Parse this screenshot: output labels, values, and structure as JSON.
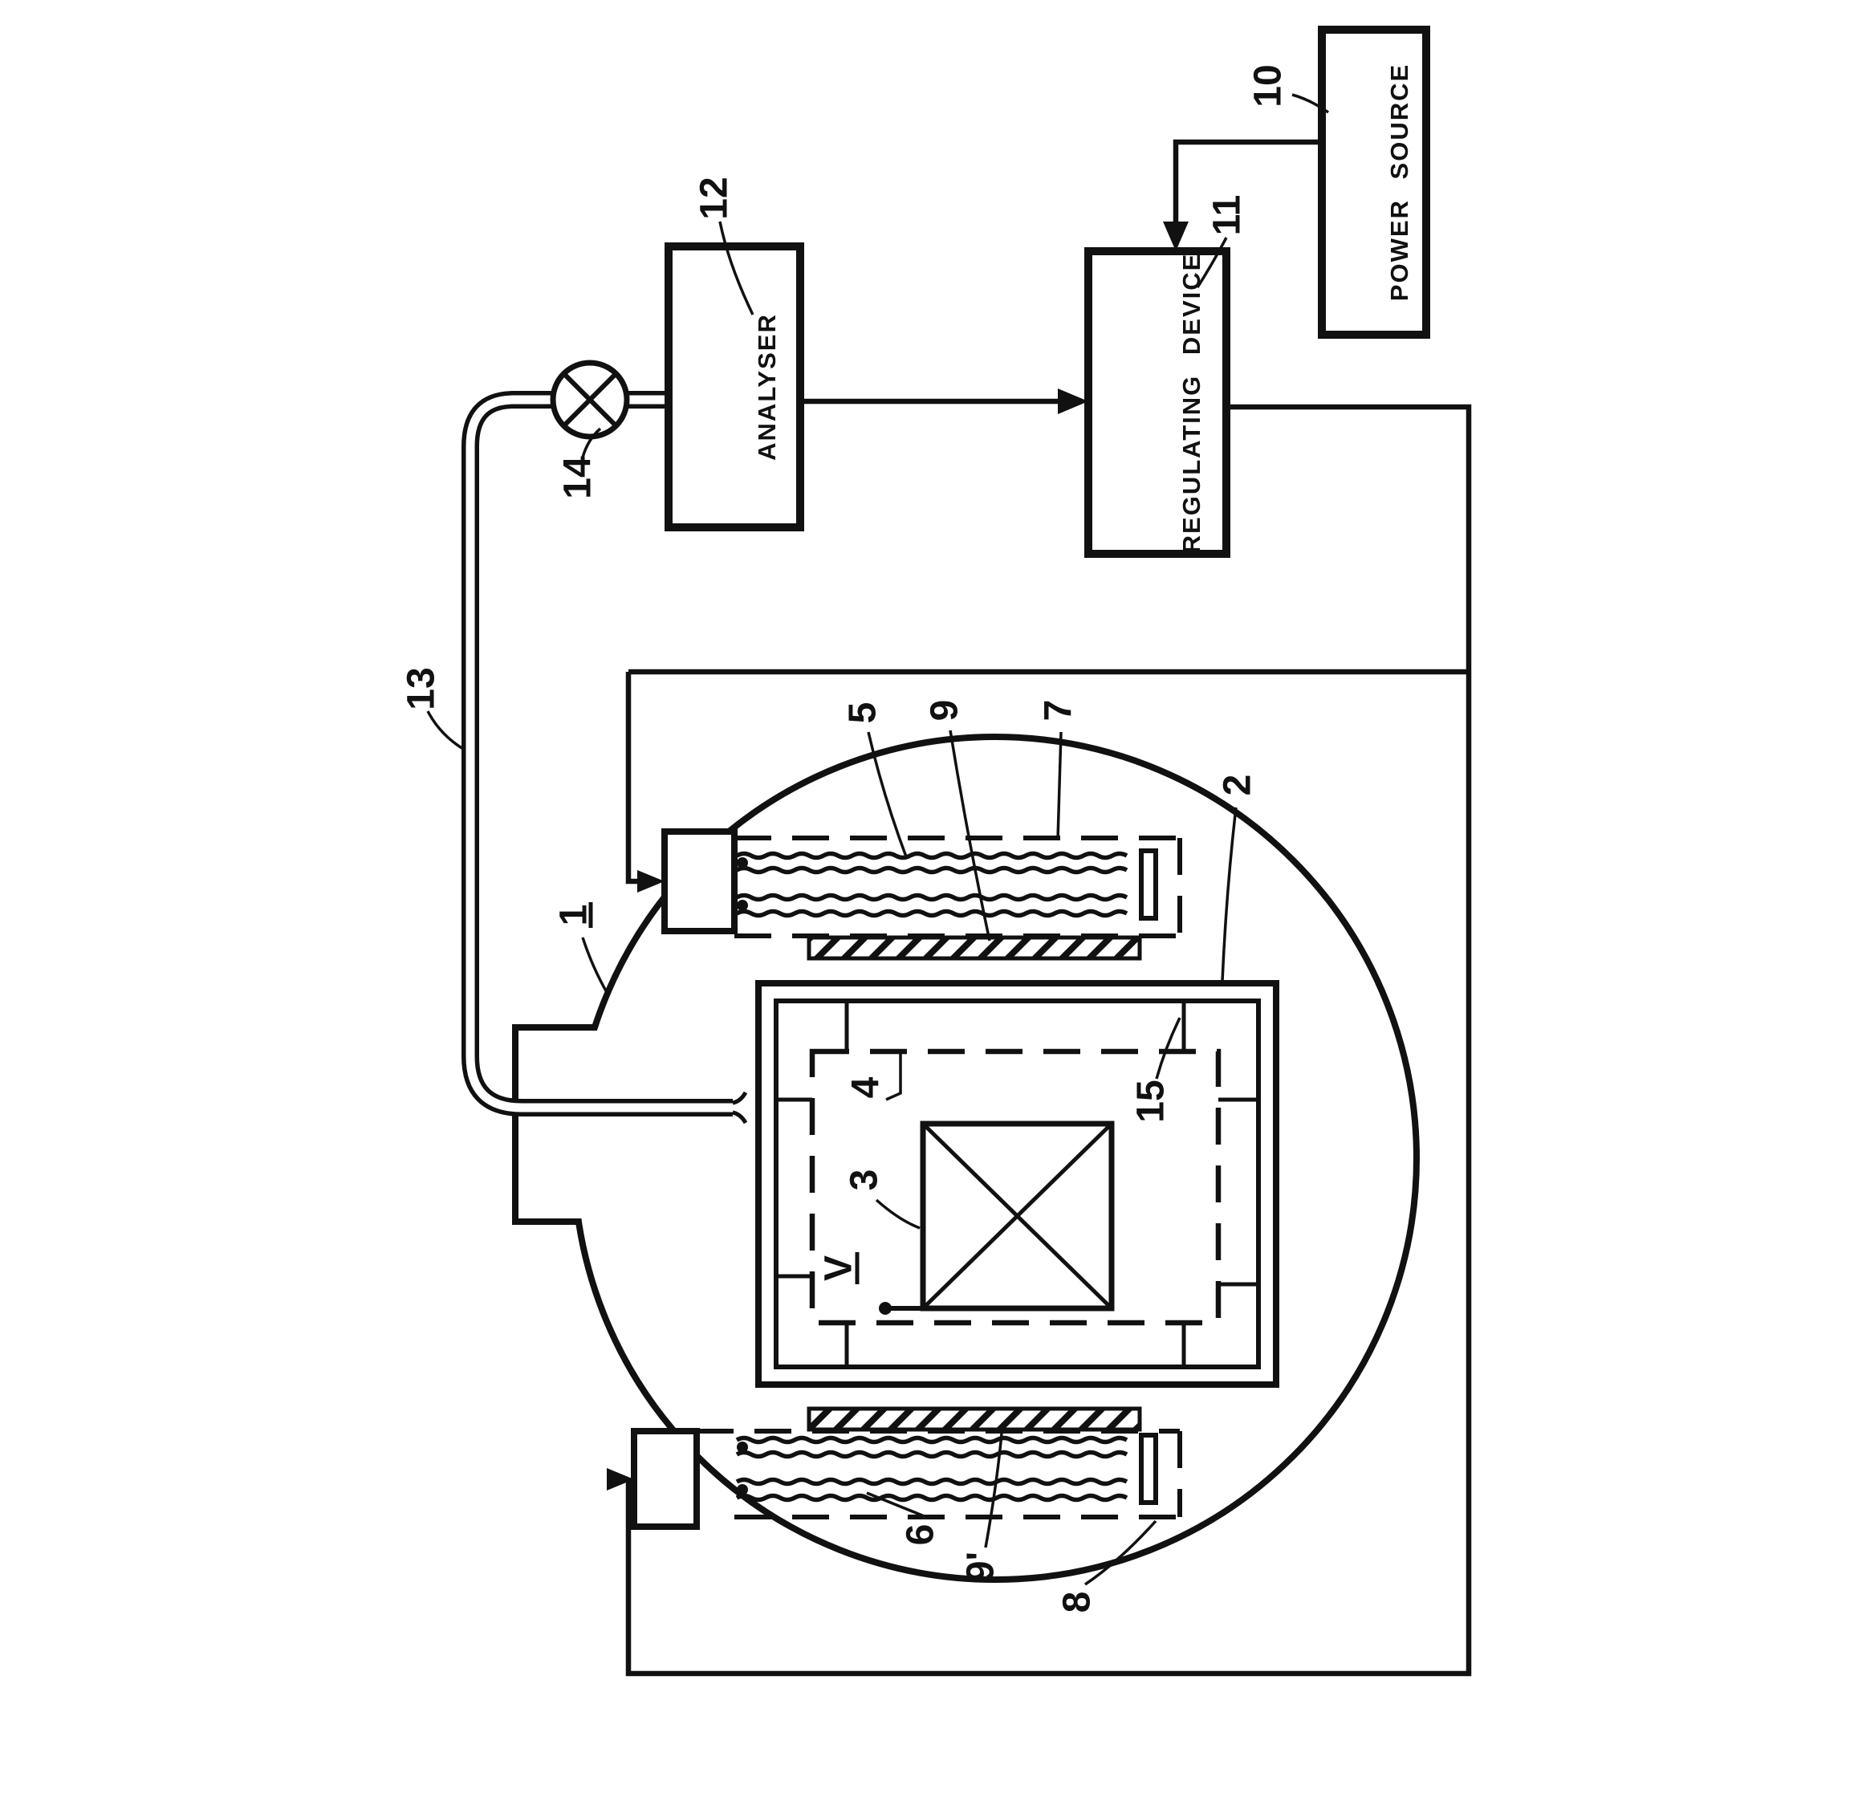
{
  "figure": {
    "type": "patent-schematic",
    "orientation": "labels rotated -90 degrees (read bottom-to-top)",
    "colors": {
      "ink": "#111111",
      "paper": "#ffffff"
    },
    "blocks": {
      "analyser": {
        "label": "ANALYSER",
        "ref": "12"
      },
      "regulating_device": {
        "label": "REGULATING DEVICE",
        "ref": "11"
      },
      "power_source": {
        "label": "POWER SOURCE",
        "ref": "10"
      }
    },
    "refs": {
      "vessel": "1",
      "inner_container": "2",
      "load_box": "3",
      "liner": "4",
      "top_electrode": "5",
      "bottom_electrode": "6",
      "top_sheath": "7",
      "bottom_sheath": "8",
      "top_bar": "9",
      "bottom_bar": "9'",
      "power_source": "10",
      "regulating_device": "11",
      "analyser": "12",
      "pipe": "13",
      "valve": "14",
      "support": "15",
      "volume": "V"
    }
  }
}
